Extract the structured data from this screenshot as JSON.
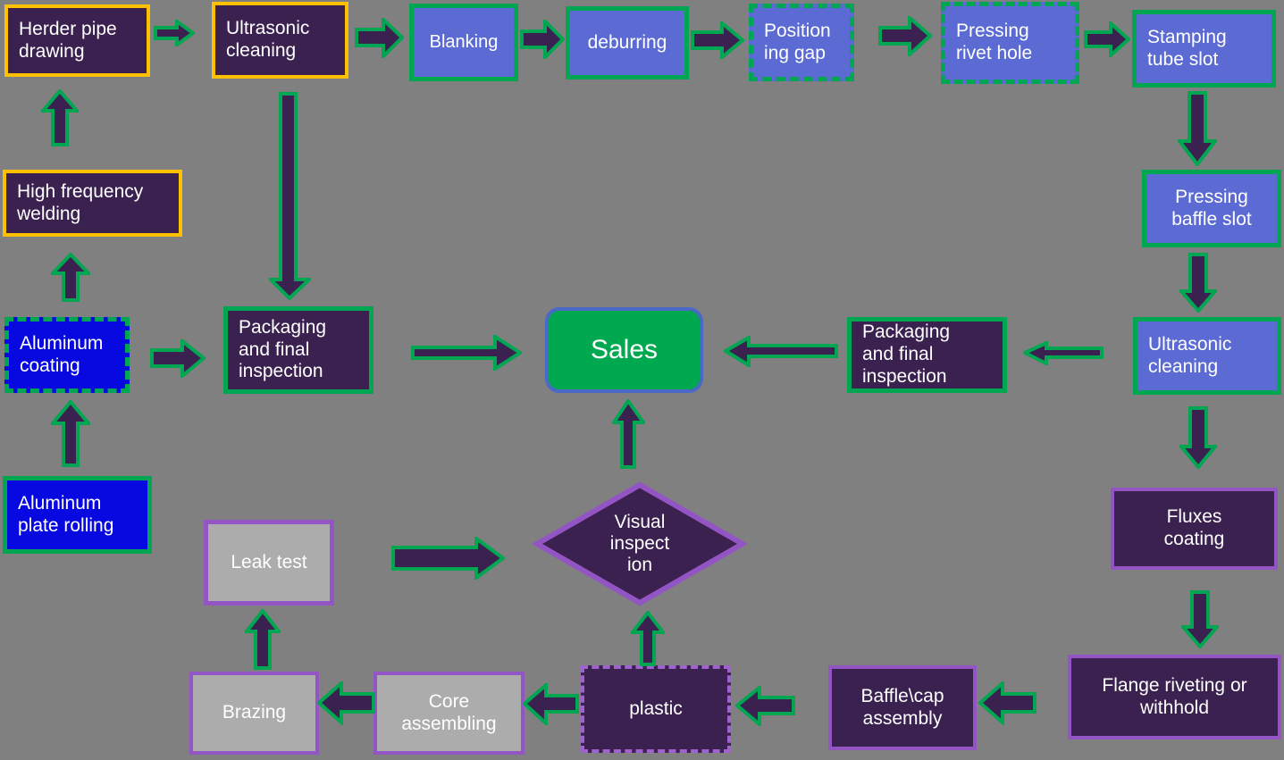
{
  "palette": {
    "background": "#808080",
    "dark_purple_box": "#3B2150",
    "blue_box": "#5B6BD3",
    "bright_blue_box": "#0808E0",
    "gray_box": "#ACACAC",
    "sales_fill": "#00A84F",
    "sales_border_blue": "#4A69C5",
    "green_border_arrow": "#00A651",
    "yellow_border": "#FFC000",
    "purple_border": "#9354C4",
    "text": "#FFFFFF"
  },
  "nodes": {
    "herder": {
      "label": "Herder pipe\ndrawing"
    },
    "ultrasonic1": {
      "label": "Ultrasonic\ncleaning"
    },
    "blanking": {
      "label": "Blanking"
    },
    "deburring": {
      "label": "deburring"
    },
    "positioning_gap": {
      "label": "Position\ning gap"
    },
    "pressing_rivet": {
      "label": "Pressing\nrivet hole"
    },
    "stamping_tube": {
      "label": "Stamping\ntube slot"
    },
    "pressing_baffle": {
      "label": "Pressing\nbaffle slot"
    },
    "ultrasonic2": {
      "label": "Ultrasonic\ncleaning"
    },
    "fluxes": {
      "label": "Fluxes\ncoating"
    },
    "flange": {
      "label": "Flange  riveting or\nwithhold"
    },
    "high_freq": {
      "label": "High frequency\nwelding"
    },
    "aluminum_coating": {
      "label": "Aluminum\ncoating"
    },
    "aluminum_plate": {
      "label": "Aluminum\nplate rolling"
    },
    "packaging_left": {
      "label": "Packaging\nand  final\ninspection"
    },
    "sales": {
      "label": "Sales"
    },
    "packaging_right": {
      "label": "Packaging\nand  final\ninspection"
    },
    "visual_inspection": {
      "label": "Visual\ninspect\nion"
    },
    "leak_test": {
      "label": "Leak test"
    },
    "brazing": {
      "label": "Brazing"
    },
    "core_assembling": {
      "label": "Core\nassembling"
    },
    "plastic": {
      "label": "plastic"
    },
    "baffle_cap": {
      "label": "Baffle\\cap\nassembly"
    }
  }
}
